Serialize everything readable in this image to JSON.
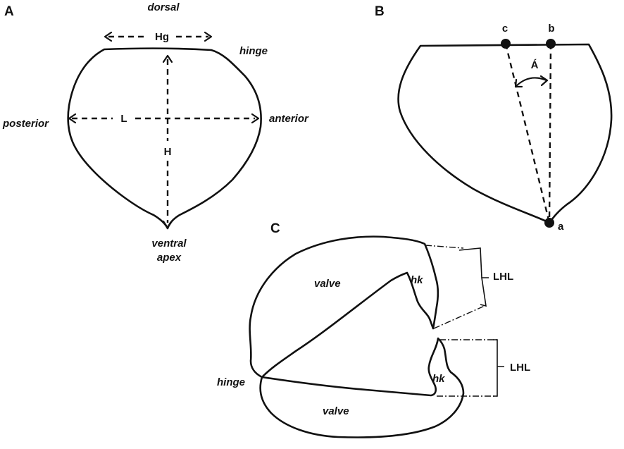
{
  "panels": {
    "a": {
      "letter": "A",
      "dorsal": "dorsal",
      "hinge": "hinge",
      "posterior": "posterior",
      "anterior": "anterior",
      "ventral": "ventral",
      "apex": "apex",
      "hg": "Hg",
      "l": "L",
      "h": "H"
    },
    "b": {
      "letter": "B",
      "point_a": "a",
      "point_b": "b",
      "point_c": "c",
      "angle": "Á"
    },
    "c": {
      "letter": "C",
      "valve_top": "valve",
      "valve_bottom": "valve",
      "hinge": "hinge",
      "hk_top": "hk",
      "hk_bottom": "hk",
      "lhl_top": "LHL",
      "lhl_bottom": "LHL"
    }
  }
}
